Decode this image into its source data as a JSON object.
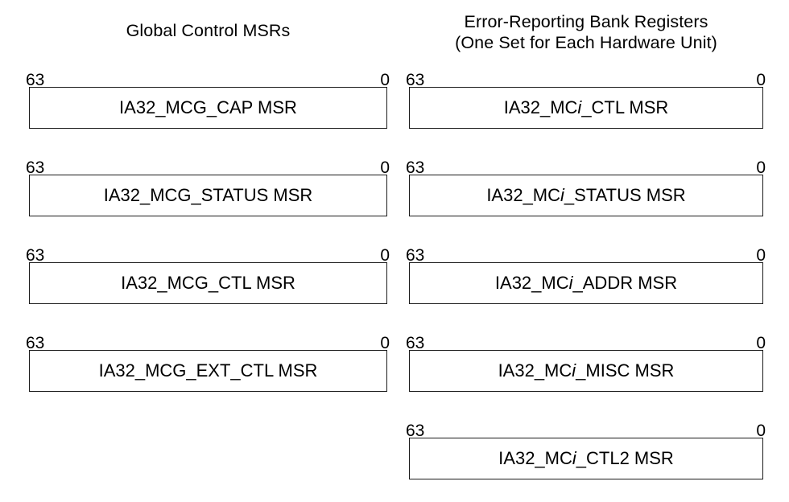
{
  "diagram": {
    "bit_msb_label": "63",
    "bit_lsb_label": "0",
    "border_color": "#1a1a1a",
    "background_color": "#ffffff",
    "text_color": "#000000"
  },
  "columns": [
    {
      "id": "global-control-msrs",
      "heading_lines": [
        "Global Control MSRs"
      ],
      "registers": [
        {
          "name_prefix": "IA32_MCG_CAP MSR",
          "italic": "",
          "name_suffix": "",
          "full_name": "IA32_MCG_CAP MSR"
        },
        {
          "name_prefix": "IA32_MCG_STATUS MSR",
          "italic": "",
          "name_suffix": "",
          "full_name": "IA32_MCG_STATUS MSR"
        },
        {
          "name_prefix": "IA32_MCG_CTL MSR",
          "italic": "",
          "name_suffix": "",
          "full_name": "IA32_MCG_CTL MSR"
        },
        {
          "name_prefix": "IA32_MCG_EXT_CTL MSR",
          "italic": "",
          "name_suffix": "",
          "full_name": "IA32_MCG_EXT_CTL MSR"
        }
      ]
    },
    {
      "id": "error-reporting-bank-registers",
      "heading_lines": [
        "Error-Reporting Bank Registers",
        "(One Set for Each Hardware Unit)"
      ],
      "registers": [
        {
          "name_prefix": "IA32_MC",
          "italic": "i",
          "name_suffix": "_CTL MSR",
          "full_name": "IA32_MCi_CTL MSR"
        },
        {
          "name_prefix": "IA32_MC",
          "italic": "i",
          "name_suffix": "_STATUS MSR",
          "full_name": "IA32_MCi_STATUS MSR"
        },
        {
          "name_prefix": "IA32_MC",
          "italic": "i",
          "name_suffix": "_ADDR MSR",
          "full_name": "IA32_MCi_ADDR MSR"
        },
        {
          "name_prefix": "IA32_MC",
          "italic": "i",
          "name_suffix": "_MISC MSR",
          "full_name": "IA32_MCi_MISC MSR"
        },
        {
          "name_prefix": "IA32_MC",
          "italic": "i",
          "name_suffix": "_CTL2 MSR",
          "full_name": "IA32_MCi_CTL2 MSR"
        }
      ]
    }
  ]
}
